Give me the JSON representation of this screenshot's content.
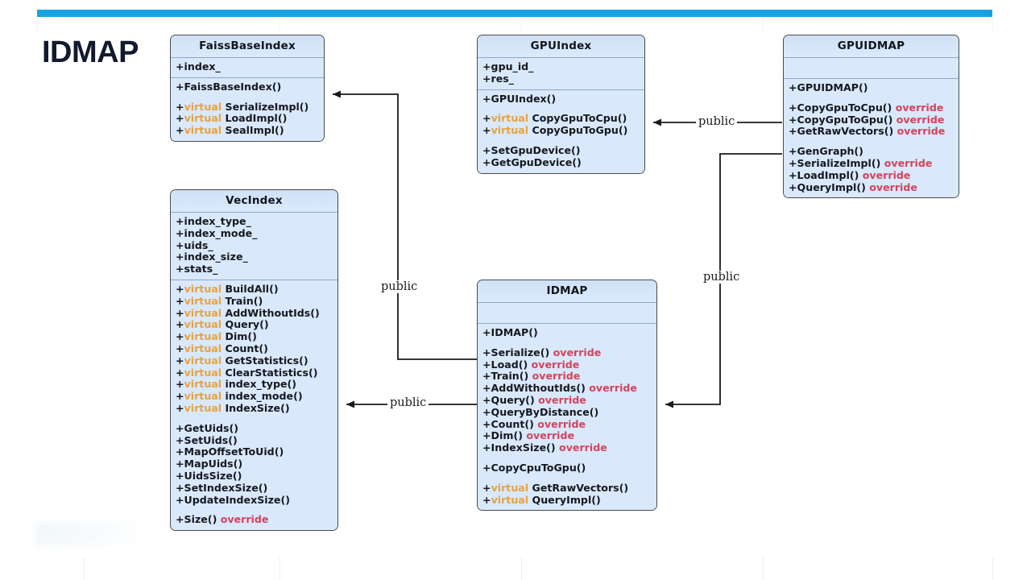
{
  "slide": {
    "title": "IDMAP",
    "accent_color": "#17a3e0",
    "box_fill": "#d6e7fa",
    "box_border": "#4a4a4a",
    "virtual_color": "#e8a33d",
    "override_color": "#d4435e"
  },
  "diagram": {
    "type": "uml-class-diagram",
    "classes": [
      {
        "id": "faissbaseindex",
        "name": "FaissBaseIndex",
        "attributes": [
          "+index_"
        ],
        "method_groups": [
          [
            "+FaissBaseIndex()"
          ],
          [
            "+virtual SerializeImpl()",
            "+virtual LoadImpl()",
            "+virtual SealImpl()"
          ]
        ]
      },
      {
        "id": "vecindex",
        "name": "VecIndex",
        "attributes": [
          "+index_type_",
          "+index_mode_",
          "+uids_",
          "+index_size_",
          "+stats_"
        ],
        "method_groups": [
          [
            "+virtual BuildAll()",
            "+virtual Train()",
            "+virtual AddWithoutIds()",
            "+virtual Query()",
            "+virtual Dim()",
            "+virtual Count()",
            "+virtual GetStatistics()",
            "+virtual ClearStatistics()",
            "+virtual index_type()",
            "+virtual index_mode()",
            "+virtual IndexSize()"
          ],
          [
            "+GetUids()",
            "+SetUids()",
            "+MapOffsetToUid()",
            "+MapUids()",
            "+UidsSize()",
            "+SetIndexSize()",
            "+UpdateIndexSize()"
          ],
          [
            "+Size() override"
          ]
        ]
      },
      {
        "id": "gpuindex",
        "name": "GPUIndex",
        "attributes": [
          "+gpu_id_",
          "+res_"
        ],
        "method_groups": [
          [
            "+GPUIndex()"
          ],
          [
            "+virtual CopyGpuToCpu()",
            "+virtual CopyGpuToGpu()"
          ],
          [
            "+SetGpuDevice()",
            "+GetGpuDevice()"
          ]
        ]
      },
      {
        "id": "gpuidmap",
        "name": "GPUIDMAP",
        "attributes": [],
        "method_groups": [
          [
            "+GPUIDMAP()"
          ],
          [
            "+CopyGpuToCpu() override",
            "+CopyGpuToGpu() override",
            "+GetRawVectors() override"
          ],
          [
            "+GenGraph()",
            "+SerializeImpl() override",
            "+LoadImpl() override",
            "+QueryImpl() override"
          ]
        ]
      },
      {
        "id": "idmap",
        "name": "IDMAP",
        "attributes": [],
        "method_groups": [
          [
            "+IDMAP()"
          ],
          [
            "+Serialize() override",
            "+Load() override",
            "+Train() override",
            "+AddWithoutIds() override",
            "+Query() override",
            "+QueryByDistance()",
            "+Count() override",
            "+Dim() override",
            "+IndexSize() override"
          ],
          [
            "+CopyCpuToGpu()"
          ],
          [
            "+virtual GetRawVectors()",
            "+virtual QueryImpl()"
          ]
        ]
      }
    ],
    "relations": [
      {
        "id": "idmap-faissbaseindex",
        "from": "idmap",
        "to": "faissbaseindex",
        "label": "public"
      },
      {
        "id": "idmap-vecindex",
        "from": "idmap",
        "to": "vecindex",
        "label": "public"
      },
      {
        "id": "gpuidmap-gpuindex",
        "from": "gpuidmap",
        "to": "gpuindex",
        "label": "public"
      },
      {
        "id": "gpuidmap-idmap",
        "from": "gpuidmap",
        "to": "idmap",
        "label": "public"
      }
    ]
  }
}
